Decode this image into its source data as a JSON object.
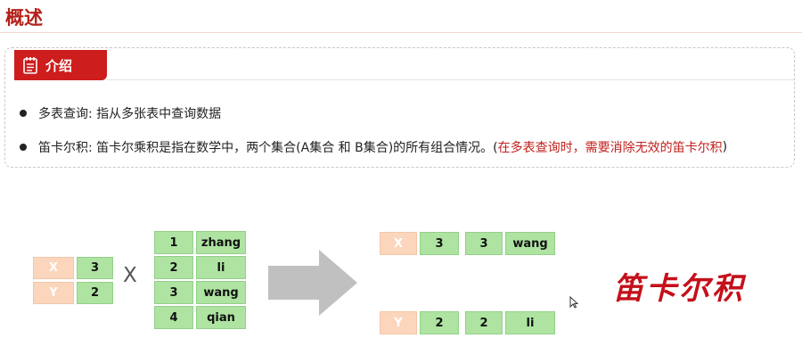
{
  "page_title": "概述",
  "intro": {
    "tab_label": "介绍",
    "bullets": [
      {
        "text": "多表查询: 指从多张表中查询数据"
      },
      {
        "text": "笛卡尔积: 笛卡尔乘积是指在数学中，两个集合(A集合 和 B集合)的所有组合情况。(",
        "highlight": "在多表查询时，需要消除无效的笛卡尔积",
        "suffix": ")"
      }
    ]
  },
  "diagram": {
    "table_a": [
      {
        "name": "X",
        "value": "3"
      },
      {
        "name": "Y",
        "value": "2"
      }
    ],
    "times": "X",
    "table_b": [
      {
        "id": "1",
        "name": "zhang"
      },
      {
        "id": "2",
        "name": "li"
      },
      {
        "id": "3",
        "name": "wang"
      },
      {
        "id": "4",
        "name": "qian"
      }
    ],
    "results": [
      {
        "name": "X",
        "value": "3",
        "id": "3",
        "b_name": "wang"
      },
      {
        "name": "Y",
        "value": "2",
        "id": "2",
        "b_name": "li"
      }
    ],
    "caption": "笛卡尔积",
    "colors": {
      "green": "#aee3a2",
      "orange": "#fbd6bd",
      "accent": "#cd1d1d",
      "arrow": "#c0c0c0"
    }
  }
}
